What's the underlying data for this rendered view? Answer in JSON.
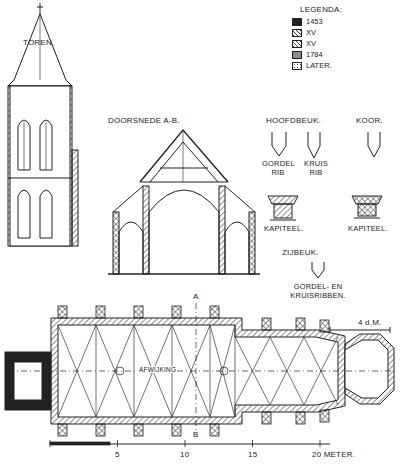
{
  "diagram": {
    "labels": [
      "TOREN.",
      "DOORSNEDE A-B.",
      "HOOFDBEUK.",
      "GORDEL RIB",
      "KRUIS RIB",
      "KAPITEEL.",
      "KOOR.",
      "KAPITEEL.",
      "ZIJBEUK.",
      "GORDEL- EN KRUISRIBBEN.",
      "4 d.M.",
      "A",
      "B",
      "AFWIJKING",
      "5",
      "10",
      "15",
      "20 METER.",
      "LEGENDA:"
    ],
    "legend": [
      {
        "text": "1453",
        "color": "#222222"
      },
      {
        "text": "XV"
      },
      {
        "text": "XV"
      },
      {
        "text": "1784",
        "color": "#8a8a8a"
      },
      {
        "text": "LATER."
      }
    ]
  }
}
